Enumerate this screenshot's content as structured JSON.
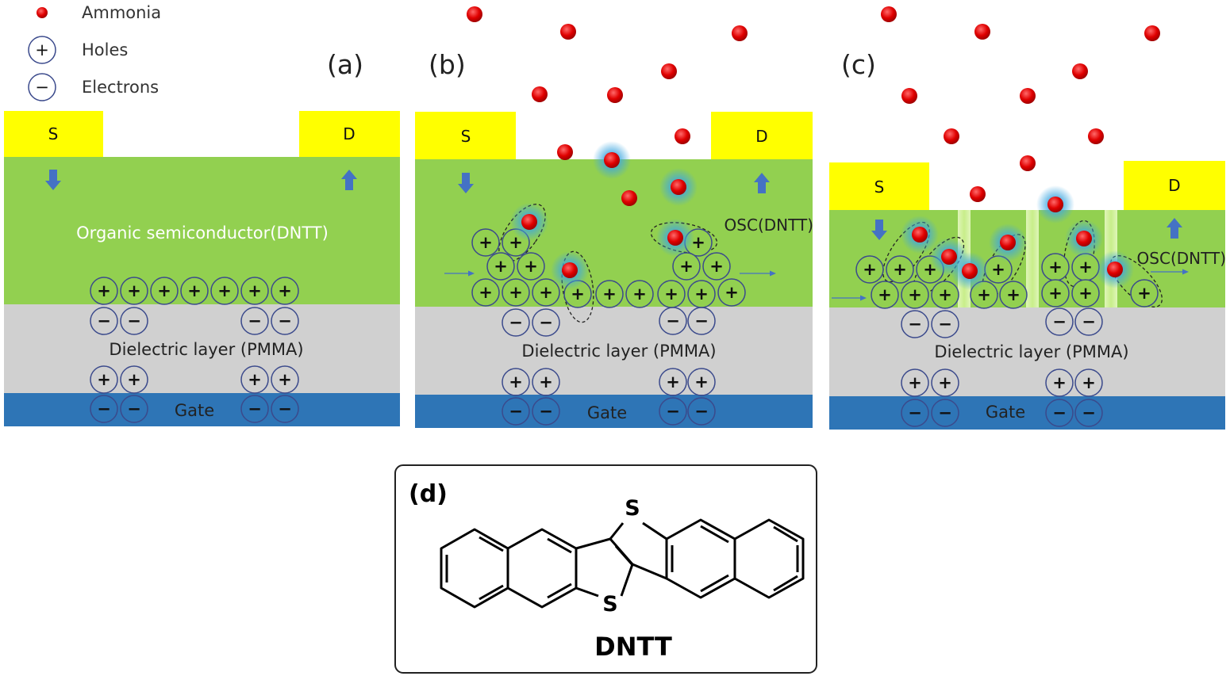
{
  "legend": {
    "ammonia": "Ammonia",
    "holes": "Holes",
    "electrons": "Electrons"
  },
  "panels": {
    "a": {
      "tag": "(a)",
      "source": "S",
      "drain": "D",
      "semiconductor_label": "Organic semiconductor(DNTT)",
      "dielectric_label": "Dielectric layer (PMMA)",
      "gate_label": "Gate"
    },
    "b": {
      "tag": "(b)",
      "source": "S",
      "drain": "D",
      "semiconductor_label": "OSC(DNTT)",
      "dielectric_label": "Dielectric layer (PMMA)",
      "gate_label": "Gate"
    },
    "c": {
      "tag": "(c)",
      "source": "S",
      "drain": "D",
      "semiconductor_label": "OSC(DNTT)",
      "dielectric_label": "Dielectric layer (PMMA)",
      "gate_label": "Gate"
    },
    "d": {
      "tag": "(d)",
      "molecule_name": "DNTT",
      "sulfur_top": "S",
      "sulfur_bottom": "S"
    }
  },
  "symbols": {
    "plus": "+",
    "minus": "−"
  },
  "colors": {
    "electrode": "#ffff00",
    "semiconductor": "#92d050",
    "dielectric": "#d0d0d0",
    "gate": "#2e75b6",
    "ammonia": "#e00000",
    "charge_ring": "#3b4a8c",
    "arrow": "#4472c4"
  }
}
